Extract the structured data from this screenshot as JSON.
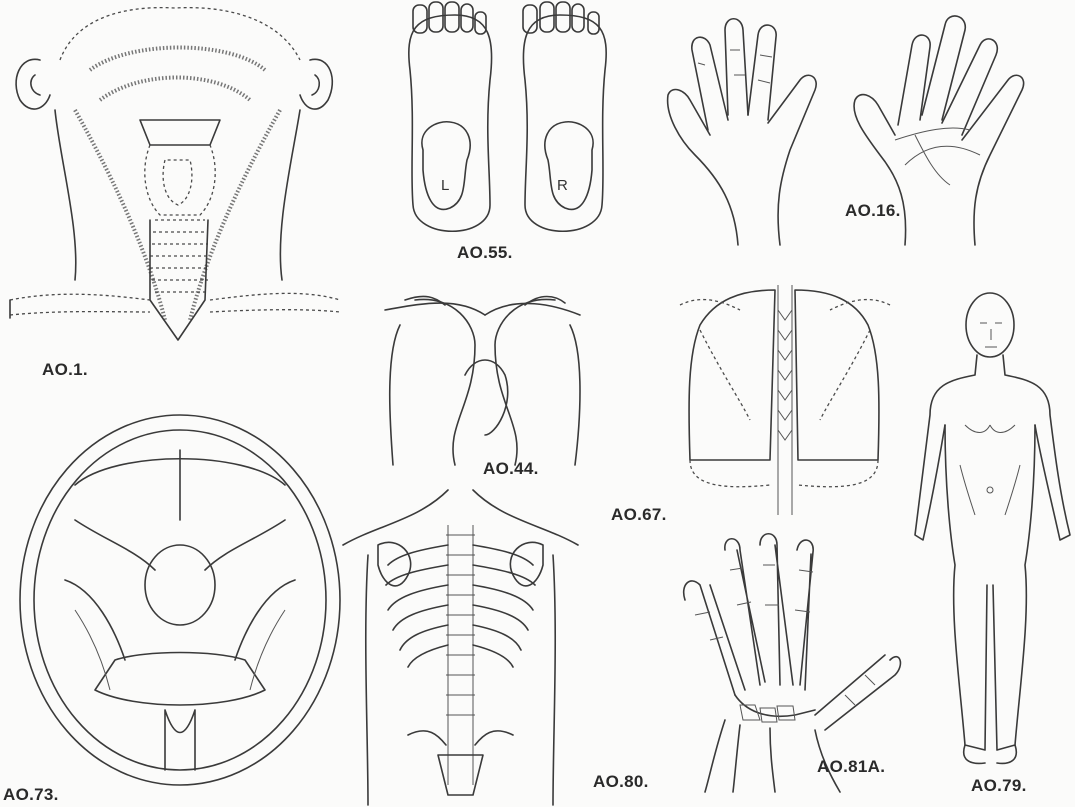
{
  "figures": {
    "ao1": {
      "label": "AO.1."
    },
    "ao55": {
      "label": "AO.55.",
      "left_foot": "L",
      "right_foot": "R"
    },
    "ao16": {
      "label": "AO.16."
    },
    "ao44": {
      "label": "AO.44."
    },
    "ao67": {
      "label": "AO.67."
    },
    "ao79": {
      "label": "AO.79."
    },
    "ao73": {
      "label": "AO.73."
    },
    "ao80": {
      "label": "AO.80."
    },
    "ao81a": {
      "label": "AO.81A."
    }
  }
}
